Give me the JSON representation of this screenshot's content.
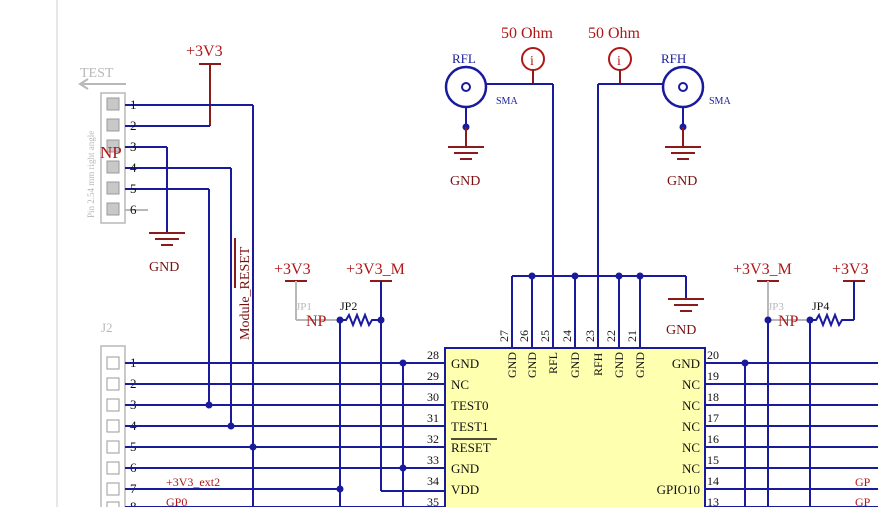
{
  "colors": {
    "wire": "#1a1a9c",
    "power": "#8b1a1a",
    "label_red": "#b01818",
    "chip_fill": "#ffffb0",
    "inactive_gray": "#b8b8b8"
  },
  "power": {
    "v3v3": "+3V3",
    "v3v3_m": "+3V3_M",
    "v3v3_right": "+3V3",
    "v3v3_m_right": "+3V3_M",
    "v3v3_top": "+3V3"
  },
  "test_header": {
    "net_label": "TEST",
    "side_text": "Pin 2.54 mm right angle",
    "np_label": "NP",
    "pins": [
      "1",
      "2",
      "3",
      "4",
      "5",
      "6"
    ]
  },
  "ground_labels": {
    "gnd_left": "GND",
    "gnd_rfl": "GND",
    "gnd_rfh": "GND",
    "gnd_chip": "GND"
  },
  "rf": {
    "probe_left": "50 Ohm",
    "probe_right": "50 Ohm",
    "rfl_label": "RFL",
    "rfh_label": "RFH",
    "sma_left": "SMA",
    "sma_right": "SMA"
  },
  "reset": {
    "label": "Module_RESET"
  },
  "jumpers": {
    "jp1": "JP1",
    "jp2": "JP2",
    "np_left": "NP",
    "jp3": "JP3",
    "jp4": "JP4",
    "np_right": "NP"
  },
  "j2": {
    "ref": "J2",
    "pins": [
      "1",
      "2",
      "3",
      "4",
      "5",
      "6",
      "7",
      "8"
    ],
    "net_ext2": "+3V3_ext2",
    "net_gp0": "GP0"
  },
  "chip": {
    "top_pins": [
      {
        "num": "27",
        "name": "GND"
      },
      {
        "num": "26",
        "name": "GND"
      },
      {
        "num": "25",
        "name": "RFL"
      },
      {
        "num": "24",
        "name": "GND"
      },
      {
        "num": "23",
        "name": "RFH"
      },
      {
        "num": "22",
        "name": "GND"
      },
      {
        "num": "21",
        "name": "GND"
      }
    ],
    "left_pins": [
      {
        "num": "28",
        "name": "GND"
      },
      {
        "num": "29",
        "name": "NC"
      },
      {
        "num": "30",
        "name": "TEST0"
      },
      {
        "num": "31",
        "name": "TEST1"
      },
      {
        "num": "32",
        "name": "RESET"
      },
      {
        "num": "33",
        "name": "GND"
      },
      {
        "num": "34",
        "name": "VDD"
      },
      {
        "num": "35",
        "name": ""
      }
    ],
    "right_pins": [
      {
        "num": "20",
        "name": "GND"
      },
      {
        "num": "19",
        "name": "NC"
      },
      {
        "num": "18",
        "name": "NC"
      },
      {
        "num": "17",
        "name": "NC"
      },
      {
        "num": "16",
        "name": "NC"
      },
      {
        "num": "15",
        "name": "NC"
      },
      {
        "num": "14",
        "name": "GPIO10"
      },
      {
        "num": "13",
        "name": ""
      }
    ]
  },
  "right_edge": {
    "gp_label_1": "GP",
    "gp_label_2": "GP"
  }
}
